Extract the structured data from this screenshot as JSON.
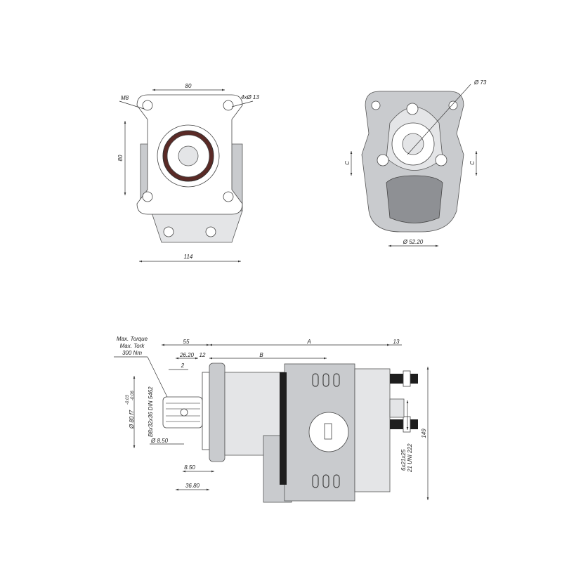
{
  "front_view": {
    "width_top": "80",
    "thread": "M8",
    "holes": "4xØ 13",
    "height": "80",
    "width_bottom": "114"
  },
  "rear_view": {
    "diameter": "Ø 73",
    "c_left": "C",
    "c_right": "C",
    "port_diameter": "Ø 52.20"
  },
  "side_view": {
    "torque_line1": "Max. Torque",
    "torque_line2": "Max. Tork",
    "torque_value": "300 Nm",
    "dim_55": "55",
    "dim_26_20": "26.20",
    "dim_12": "12",
    "dim_2": "2",
    "dim_A": "A",
    "dim_B": "B",
    "dim_13": "13",
    "shaft_diameter": "Ø 80 f7",
    "tol_upper": "-0.03",
    "tol_lower": "-0.06",
    "spline": "B8x32x36 DIN 5462",
    "pin_diameter": "Ø 8.50",
    "dim_8_50": "8.50",
    "dim_36_80": "36.80",
    "dim_149": "149",
    "stud_line1": "6x21x25",
    "stud_line2": "21 UNI 222"
  }
}
